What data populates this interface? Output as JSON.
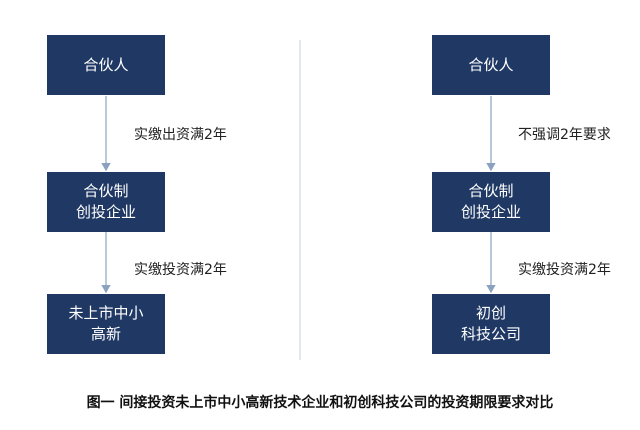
{
  "colors": {
    "box_fill": "#1f3864",
    "line": "#8aa2c0",
    "divider": "#c9d3e0"
  },
  "left": {
    "box1": [
      "合伙人"
    ],
    "edge1": "实缴出资满2年",
    "box2": [
      "合伙制",
      "创投企业"
    ],
    "edge2": "实缴投资满2年",
    "box3": [
      "未上市中小",
      "高新"
    ]
  },
  "right": {
    "box1": [
      "合伙人"
    ],
    "edge1": "不强调2年要求",
    "box2": [
      "合伙制",
      "创投企业"
    ],
    "edge2": "实缴投资满2年",
    "box3": [
      "初创",
      "科技公司"
    ]
  },
  "caption": "图一  间接投资未上市中小高新技术企业和初创科技公司的投资期限要求对比"
}
